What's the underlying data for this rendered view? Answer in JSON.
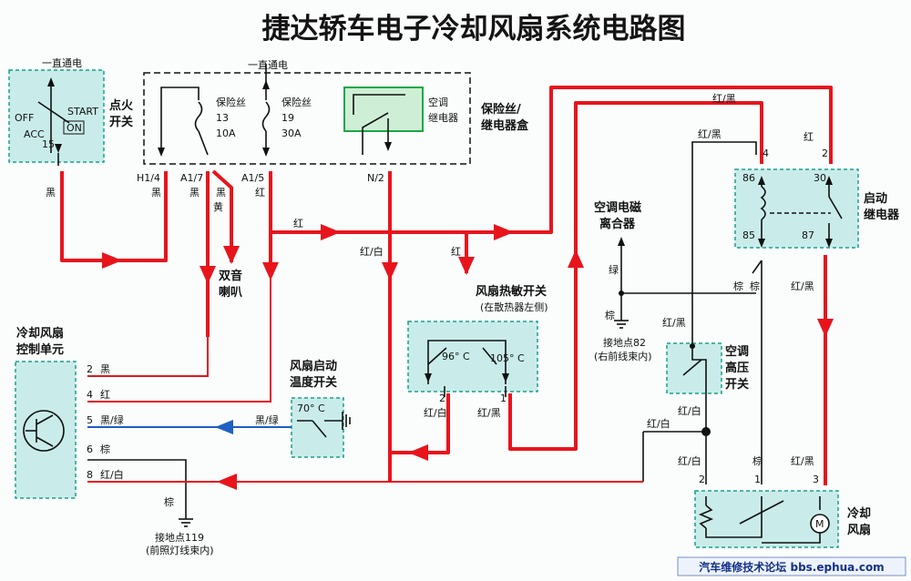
{
  "title": "捷达轿车电子冷却风扇系统电路图",
  "ignition": {
    "supply": "一直通电",
    "name_line1": "点火",
    "name_line2": "开关",
    "off": "OFF",
    "acc": "ACC",
    "start": "START",
    "on": "ON",
    "pin": "15"
  },
  "fusebox": {
    "supply": "一直通电",
    "fuse1_name": "保险丝",
    "fuse1_num": "13",
    "fuse1_rating": "10A",
    "fuse2_name": "保险丝",
    "fuse2_num": "19",
    "fuse2_rating": "30A",
    "ac_relay_line1": "空调",
    "ac_relay_line2": "继电器",
    "name_line1": "保险丝/",
    "name_line2": "继电器盒",
    "pin_h14": "H1/4",
    "pin_a17": "A1/7",
    "pin_a15": "A1/5",
    "pin_n2": "N/2"
  },
  "wires": {
    "black": "黑",
    "black_yellow": "黑/黄",
    "red": "红",
    "red_white": "红/白",
    "red_black": "红/黑",
    "black_green": "黑/绿",
    "brown": "棕"
  },
  "horn": {
    "line1": "双音",
    "line2": "喇叭"
  },
  "control_unit": {
    "line1": "冷却风扇",
    "line2": "控制单元",
    "p2": "2",
    "p4": "4",
    "p5": "5",
    "p6": "6",
    "p8": "8"
  },
  "start_temp_switch": {
    "line1": "风扇启动",
    "line2": "温度开关",
    "temp": "70° C"
  },
  "thermo_switch": {
    "name": "风扇热敏开关",
    "note": "(在散热器左侧)",
    "t96": "96° C",
    "t105": "105° C",
    "p2": "2",
    "p1": "1"
  },
  "ac_clutch": {
    "line1": "空调电磁",
    "line2": "离合器",
    "ground_label": "接地点82",
    "ground_note": "(右前线束内)"
  },
  "ac_hp_switch": {
    "line1": "空调",
    "line2": "高压",
    "line3": "开关"
  },
  "start_relay": {
    "line1": "启动",
    "line2": "继电器",
    "p86": "86",
    "p30": "30",
    "p85": "85",
    "p87": "87",
    "p4": "4",
    "p2": "2"
  },
  "fan": {
    "line1": "冷却",
    "line2": "风扇",
    "motor": "M",
    "p2": "2",
    "p1": "1",
    "p3": "3"
  },
  "ground119": {
    "label": "接地点119",
    "note": "(前照灯线束内)"
  },
  "watermark": "汽车维修技术论坛 bbs.ephua.com",
  "colors": {
    "power": "#e8141c",
    "signal": "#1f5fc4",
    "wire": "#111111",
    "box_fill": "#c9ecea",
    "box_stroke": "#17a08f",
    "relay_box": "#18a846"
  }
}
